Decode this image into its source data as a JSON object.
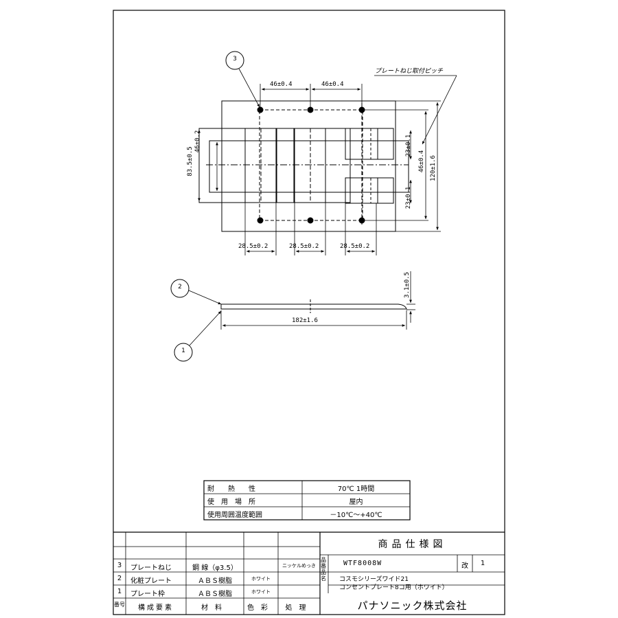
{
  "drawing": {
    "callouts": {
      "c1": "1",
      "c2": "2",
      "c3": "3"
    },
    "pitch_label": "プレートねじ取付ピッチ",
    "dims": {
      "top_pitch_1": "46±0.4",
      "top_pitch_2": "46±0.4",
      "left_inner": "46±0.2",
      "left_outer": "83.5±0.5",
      "right_upper": "23±0.1",
      "right_mid": "46±0.4",
      "right_lower": "23±0.1",
      "right_outer": "120±1.6",
      "bottom_1": "28.5±0.2",
      "bottom_2": "28.5±0.2",
      "bottom_3": "28.5±0.2",
      "thickness": "3.1±0.5",
      "length": "182±1.6"
    }
  },
  "spec_table": {
    "rows": [
      {
        "label": "耐　　熱　　性",
        "value": "70℃ 1時間"
      },
      {
        "label": "使　用　場　所",
        "value": "屋内"
      },
      {
        "label": "使用周囲温度範囲",
        "value": "－10℃～+40℃"
      }
    ]
  },
  "parts_list": {
    "header": {
      "no": "番号",
      "name": "構成要素",
      "material": "材料",
      "color": "色彩",
      "finish": "処理"
    },
    "rows": [
      {
        "no": "3",
        "name": "プレートねじ",
        "material": "鋼 線（φ3.5）",
        "color": "",
        "finish": "ニッケルめっき"
      },
      {
        "no": "2",
        "name": "化粧プレート",
        "material": "ＡＢＳ樹脂",
        "color": "ホワイト",
        "finish": ""
      },
      {
        "no": "1",
        "name": "プレート枠",
        "material": "ＡＢＳ樹脂",
        "color": "ホワイト",
        "finish": ""
      }
    ]
  },
  "title_block": {
    "title": "商品仕様図",
    "side_label": "品番品名",
    "part_number": "WTF8008W",
    "rev_label": "改",
    "rev_value": "1",
    "name_line_1": "コスモシリーズワイド21",
    "name_line_2": "コンセントプレート8コ用（ホワイト）",
    "company": "パナソニック株式会社"
  }
}
